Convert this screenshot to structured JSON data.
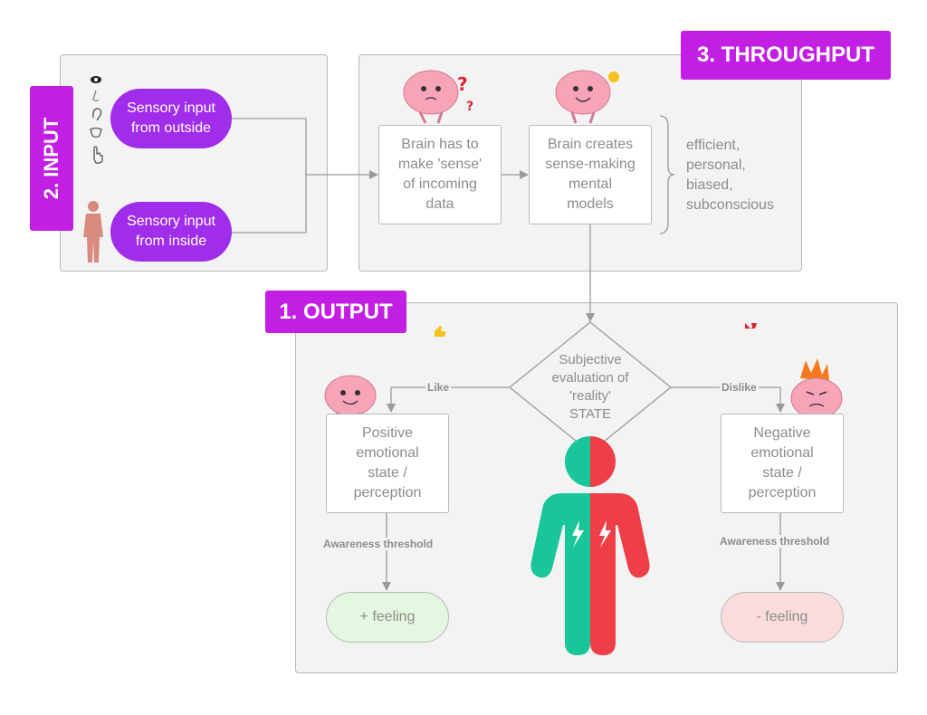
{
  "sections": {
    "input": "2. INPUT",
    "throughput": "3. THROUGHPUT",
    "output": "1. OUTPUT"
  },
  "input": {
    "outside": "Sensory input\nfrom outside",
    "inside": "Sensory input\nfrom inside",
    "sense_icons": [
      "eye-icon",
      "nose-icon",
      "ear-icon",
      "tongue-icon",
      "hand-icon"
    ]
  },
  "throughput": {
    "sense_box": "Brain has to\nmake 'sense'\nof incoming\ndata",
    "models_box": "Brain creates\nsense-making\nmental\nmodels",
    "traits": "efficient,\npersonal,\nbiased,\nsubconscious"
  },
  "output": {
    "evaluation": "Subjective\nevaluation of\n'reality'\nSTATE",
    "like": "Like",
    "dislike": "Dislike",
    "positive_state": "Positive\nemotional\nstate /\nperception",
    "negative_state": "Negative\nemotional\nstate /\nperception",
    "threshold_left": "Awareness threshold",
    "threshold_right": "Awareness threshold",
    "plus_feeling": "+ feeling",
    "minus_feeling": "- feeling"
  },
  "colors": {
    "tag": "#c31ee3",
    "pill": "#a02dea",
    "positive": "#19c69a",
    "negative": "#ee3f48",
    "brain": "#f39fb4"
  }
}
